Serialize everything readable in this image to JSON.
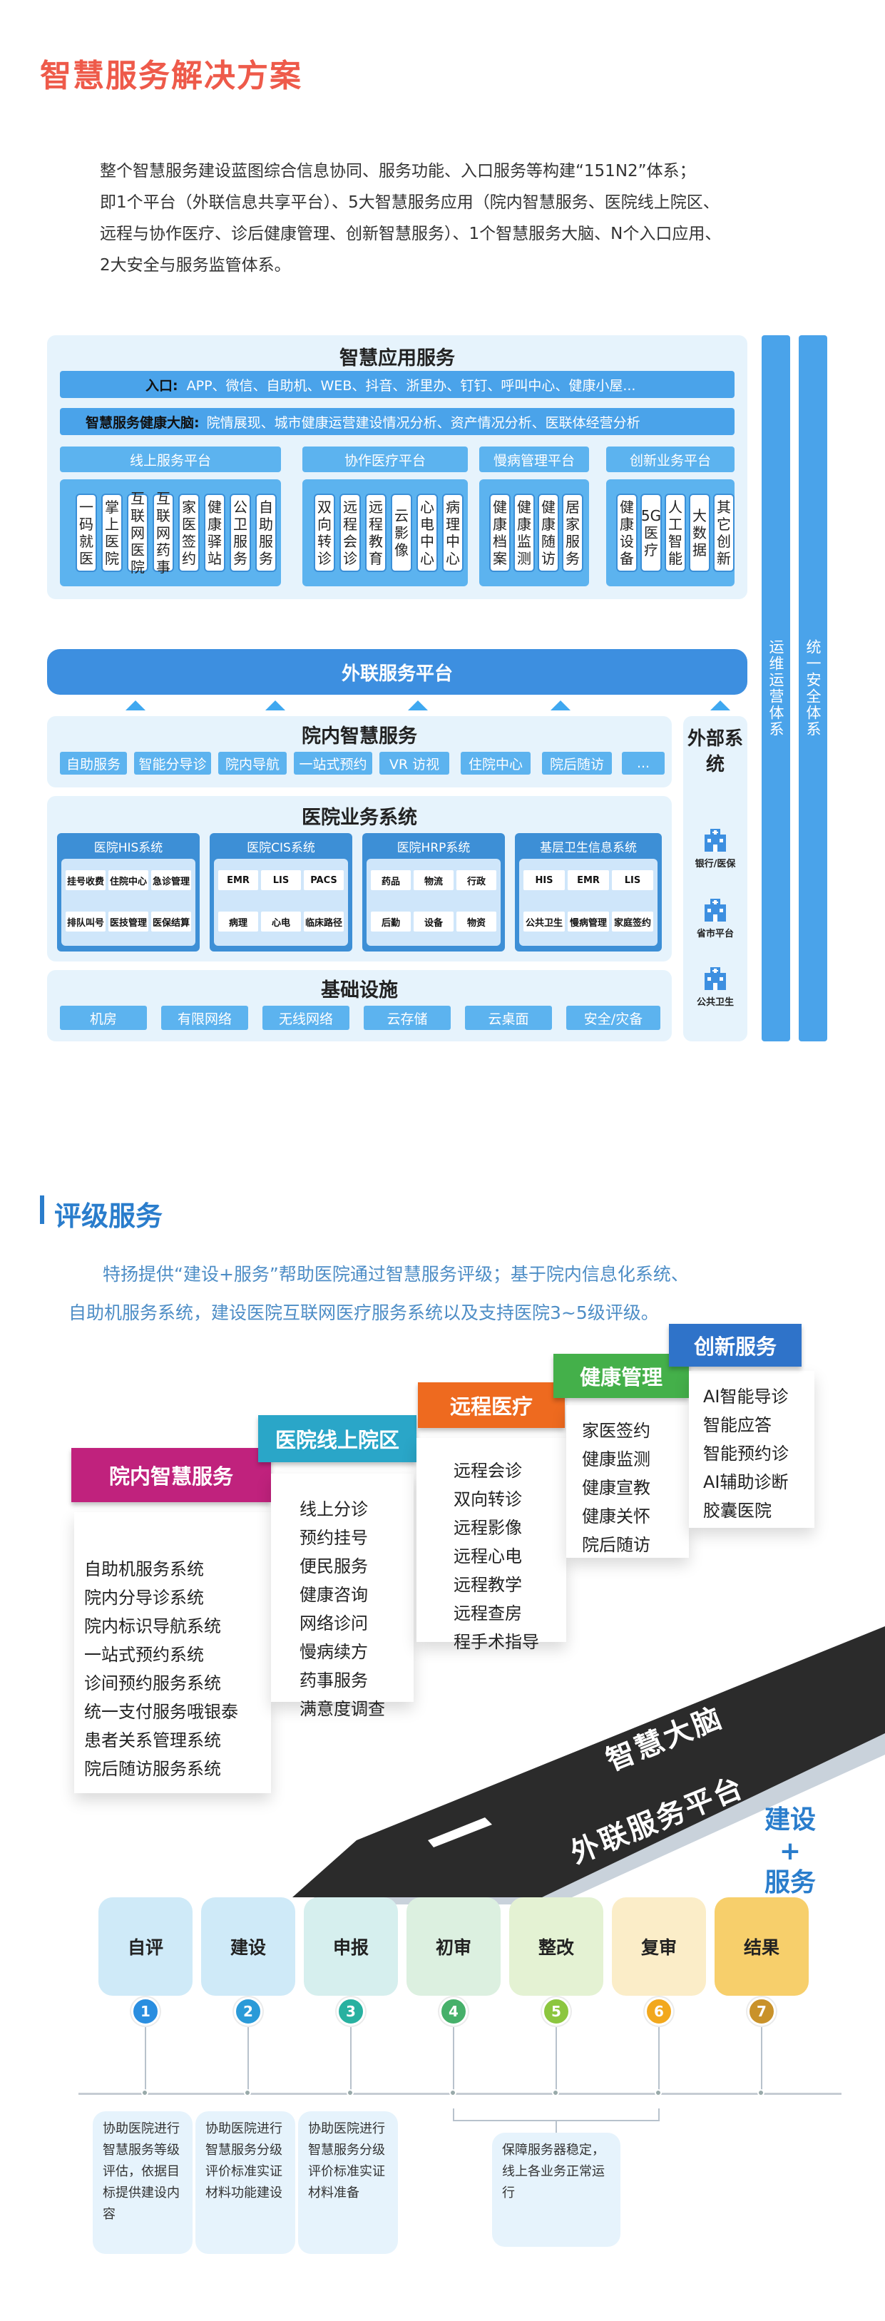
{
  "section1": {
    "title": "智慧服务解决方案",
    "intro_lines": [
      "整个智慧服务建设蓝图综合信息协同、服务功能、入口服务等构建“151N2”体系；",
      "即1个平台（外联信息共享平台）、5大智慧服务应用（院内智慧服务、医院线上院区、",
      "远程与协作医疗、诊后健康管理、创新智慧服务）、1个智慧服务大脑、N个入口应用、",
      "2大安全与服务监管体系。"
    ]
  },
  "arch": {
    "app_title": "智慧应用服务",
    "entry_label": "入口:",
    "entry_text": "APP、微信、自助机、WEB、抖音、浙里办、钉钉、呼叫中心、健康小屋...",
    "brain_label": "智慧服务健康大脑:",
    "brain_text": "院情展现、城市健康运营建设情况分析、资产情况分析、医联体经营分析",
    "groups": [
      {
        "title": "线上服务平台",
        "items": [
          "一码就医",
          "掌上医院",
          "互联网医院",
          "互联网药事",
          "家医签约",
          "健康驿站",
          "公卫服务",
          "自助服务"
        ]
      },
      {
        "title": "协作医疗平台",
        "items": [
          "双向转诊",
          "远程会诊",
          "远程教育",
          "云影像",
          "心电中心",
          "病理中心"
        ]
      },
      {
        "title": "慢病管理平台",
        "items": [
          "健康档案",
          "健康监测",
          "健康随访",
          "居家服务"
        ]
      },
      {
        "title": "创新业务平台",
        "items": [
          "健康设备",
          "5G医疗",
          "人工智能",
          "大数据",
          "其它创新"
        ]
      }
    ],
    "ops_label": "运维运营体系",
    "security_label": "统一安全体系",
    "external_platform": "外联服务平台",
    "inhospital_title": "院内智慧服务",
    "inhospital_items": [
      "自助服务",
      "智能分导诊",
      "院内导航",
      "一站式预约",
      "VR 访视",
      "住院中心",
      "院后随访",
      "..."
    ],
    "external_title": "外部系统",
    "external_items": [
      "银行/医保",
      "省市平台",
      "公共卫生"
    ],
    "business_title": "医院业务系统",
    "systems": [
      {
        "name": "医院HIS系统",
        "cells": [
          "挂号收费",
          "住院中心",
          "急诊管理",
          "排队叫号",
          "医技管理",
          "医保结算"
        ]
      },
      {
        "name": "医院CIS系统",
        "cells": [
          "EMR",
          "LIS",
          "PACS",
          "病理",
          "心电",
          "临床路径"
        ]
      },
      {
        "name": "医院HRP系统",
        "cells": [
          "药品",
          "物流",
          "行政",
          "后勤",
          "设备",
          "物资"
        ]
      },
      {
        "name": "基层卫生信息系统",
        "cells": [
          "HIS",
          "EMR",
          "LIS",
          "公共卫生",
          "慢病管理",
          "家庭签约"
        ]
      }
    ],
    "infra_title": "基础设施",
    "infra_items": [
      "机房",
      "有限网络",
      "无线网络",
      "云存储",
      "云桌面",
      "安全/灾备"
    ]
  },
  "section2": {
    "title": "评级服务",
    "intro_lines": [
      "特扬提供“建设+服务”帮助医院通过智慧服务评级；基于院内信息化系统、",
      "自助机服务系统，建设医院互联网医疗服务系统以及支持医院3~5级评级。"
    ],
    "stairs": [
      {
        "title": "院内智慧服务",
        "color": "#c0227d",
        "items": [
          "自助机服务系统",
          "院内分导诊系统",
          "院内标识导航系统",
          "一站式预约系统",
          "诊间预约服务系统",
          "统一支付服务哦银泰",
          "患者关系管理系统",
          "院后随访服务系统"
        ]
      },
      {
        "title": "医院线上院区",
        "color": "#2aa6c8",
        "items": [
          "线上分诊",
          "预约挂号",
          "便民服务",
          "健康咨询",
          "网络诊问",
          "慢病续方",
          "药事服务",
          "满意度调查"
        ]
      },
      {
        "title": "远程医疗",
        "color": "#ee6a1f",
        "items": [
          "远程会诊",
          "双向转诊",
          "远程影像",
          "远程心电",
          "远程教学",
          "远程查房",
          "程手术指导"
        ]
      },
      {
        "title": "健康管理",
        "color": "#44b04a",
        "items": [
          "家医签约",
          "健康监测",
          "健康宣教",
          "健康关怀",
          "院后随访"
        ]
      },
      {
        "title": "创新服务",
        "color": "#2f73c9",
        "items": [
          "AI智能导诊",
          "智能应答",
          "智能预约诊",
          "AI辅助诊断",
          "胶囊医院"
        ]
      }
    ],
    "road_text_1": "智慧大脑",
    "road_text_2": "外联服务平台",
    "build_1": "建设",
    "build_plus": "+",
    "build_2": "服务",
    "steps": [
      {
        "label": "自评",
        "num": "1",
        "color": "#2a8ee0"
      },
      {
        "label": "建设",
        "num": "2",
        "color": "#2a9ad8"
      },
      {
        "label": "申报",
        "num": "3",
        "color": "#28b1a0"
      },
      {
        "label": "初审",
        "num": "4",
        "color": "#46b06a"
      },
      {
        "label": "整改",
        "num": "5",
        "color": "#8cc63f"
      },
      {
        "label": "复审",
        "num": "6",
        "color": "#f2a81d"
      },
      {
        "label": "结果",
        "num": "7",
        "color": "#c9922a"
      }
    ],
    "notes": [
      "协助医院进行智慧服务等级评估，依据目标提供建设内容",
      "协助医院进行智慧服务分级评价标准实证材料功能建设",
      "协助医院进行智慧服务分级评价标准实证材料准备",
      "保障服务器稳定，线上各业务正常运行"
    ]
  }
}
